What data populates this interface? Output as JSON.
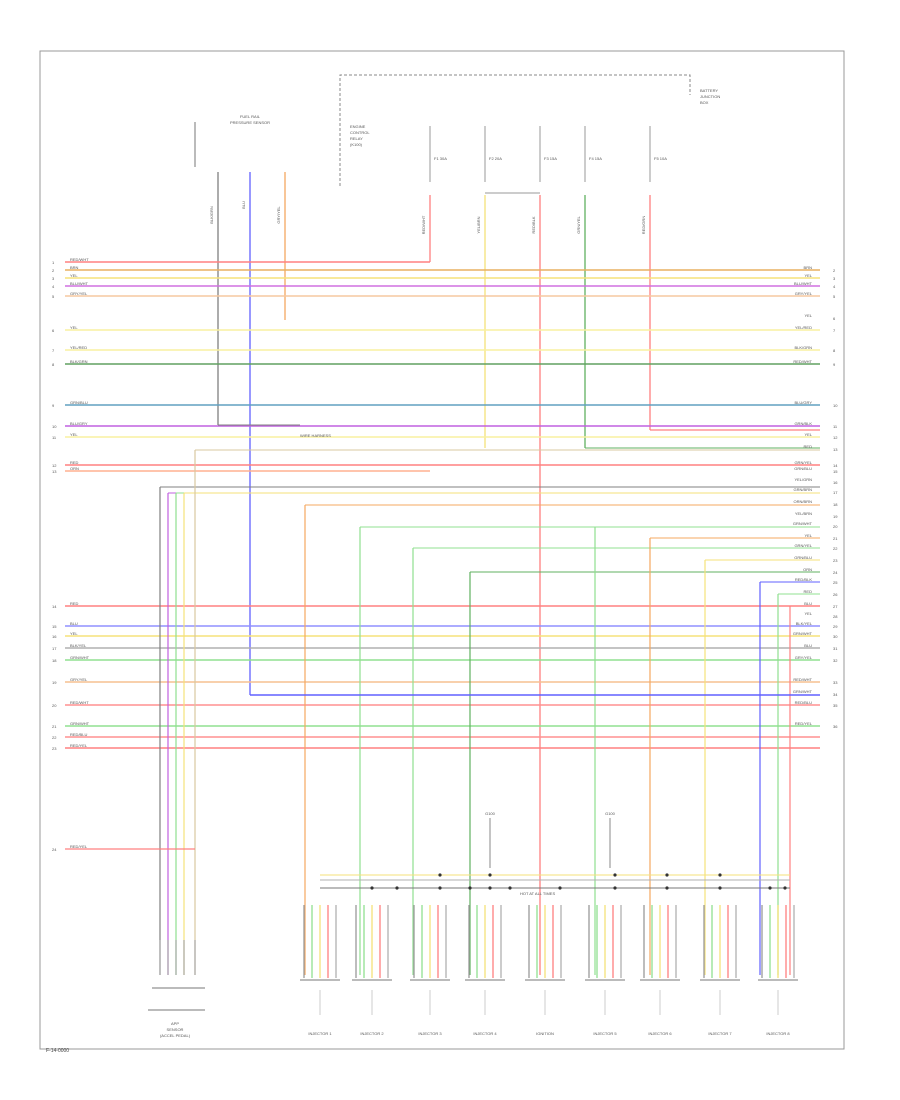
{
  "diagram": {
    "top_labels": {
      "pressure_sensor": [
        "FUEL RAIL",
        "PRESSURE SENSOR"
      ],
      "relay_block": [
        "ENGINE",
        "CONTROL",
        "RELAY",
        "(K100)"
      ],
      "battery_block": [
        "BATTERY",
        "JUNCTION",
        "BOX"
      ]
    },
    "fuses": [
      "F1 30A",
      "F2 20A",
      "F3 15A",
      "F4 15A",
      "F5 10A"
    ],
    "left_wires": [
      {
        "num": "1",
        "label": "RED/WHT",
        "color": "#ff8080"
      },
      {
        "num": "2",
        "label": "BRN",
        "color": "#e8b060"
      },
      {
        "num": "3",
        "label": "YEL",
        "color": "#f5e27a"
      },
      {
        "num": "4",
        "label": "BLU/WHT",
        "color": "#d070e0"
      },
      {
        "num": "5",
        "label": "GRY/YEL",
        "color": "#f6c9a0"
      },
      {
        "num": "6",
        "label": "YEL",
        "color": "#f8f0a0"
      },
      {
        "num": "7",
        "label": "YEL/RED",
        "color": "#f8f0a0"
      },
      {
        "num": "8",
        "label": "BLK/GRN",
        "color": "#60a060"
      },
      {
        "num": "9",
        "label": "GRN/BLU",
        "color": "#60a0c0"
      },
      {
        "num": "10",
        "label": "BLU/GRY",
        "color": "#c060e0"
      },
      {
        "num": "11",
        "label": "YEL",
        "color": "#f8f0a0"
      },
      {
        "num": "12",
        "label": "RED",
        "color": "#ff8080"
      },
      {
        "num": "13",
        "label": "ORN",
        "color": "#ffb090"
      },
      {
        "num": "14",
        "label": "RED",
        "color": "#ff8080"
      },
      {
        "num": "15",
        "label": "BLU",
        "color": "#9090ff"
      },
      {
        "num": "16",
        "label": "YEL",
        "color": "#f5e27a"
      },
      {
        "num": "17",
        "label": "BLK/YEL",
        "color": "#b0b0b0"
      },
      {
        "num": "18",
        "label": "GRN/WHT",
        "color": "#90e090"
      },
      {
        "num": "19",
        "label": "GRY/YEL",
        "color": "#f6c090"
      },
      {
        "num": "20",
        "label": "RED/WHT",
        "color": "#ff9090"
      },
      {
        "num": "21",
        "label": "GRN/WHT",
        "color": "#90e090"
      },
      {
        "num": "22",
        "label": "RED/BLU",
        "color": "#ff9090"
      },
      {
        "num": "23",
        "label": "RED/YEL",
        "color": "#ff8080"
      }
    ],
    "right_wires": [
      "BRN",
      "YEL",
      "BLU/WHT",
      "GRY/YEL",
      "YEL",
      "YEL/RED",
      "BLK/GRN",
      "RED/WHT",
      "BLU/GRY",
      "GRN/BLK",
      "YEL",
      "RED",
      "GRN/YEL",
      "GRN/BLU",
      "YEL/GRN",
      "GRN/BRN",
      "ORN/BRN",
      "YEL/BRN",
      "GRN/WHT",
      "YEL",
      "GRN/YEL",
      "GRN/BLU",
      "ORN",
      "RED/BLK",
      "RED",
      "BLU",
      "YEL",
      "BLK/YEL",
      "GRN/WHT",
      "BLU",
      "GRY/YEL",
      "RED/WHT",
      "GRN/WHT",
      "RED/BLU",
      "RED/YEL"
    ],
    "bottom_labels": {
      "sensor": [
        "APP",
        "SENSOR",
        "(ACCEL PEDAL)"
      ],
      "injectors": [
        "INJECTOR 1",
        "INJECTOR 2",
        "INJECTOR 3",
        "INJECTOR 4",
        "IGNITION",
        "INJECTOR 5",
        "INJECTOR 6",
        "INJECTOR 7",
        "INJECTOR 8"
      ],
      "ground_label": "G100",
      "bus_label": "HOT AT ALL TIMES"
    },
    "footer": "F-14-0000"
  },
  "colors": {
    "red": "#ff8080",
    "orange": "#f5a860",
    "yellow": "#f5e27a",
    "pale_yellow": "#f8f0a0",
    "purple": "#c060e0",
    "blue": "#6060ff",
    "green": "#60b060",
    "light_green": "#90e090",
    "gray": "#808080",
    "brown": "#c08040",
    "frame": "#888888"
  }
}
